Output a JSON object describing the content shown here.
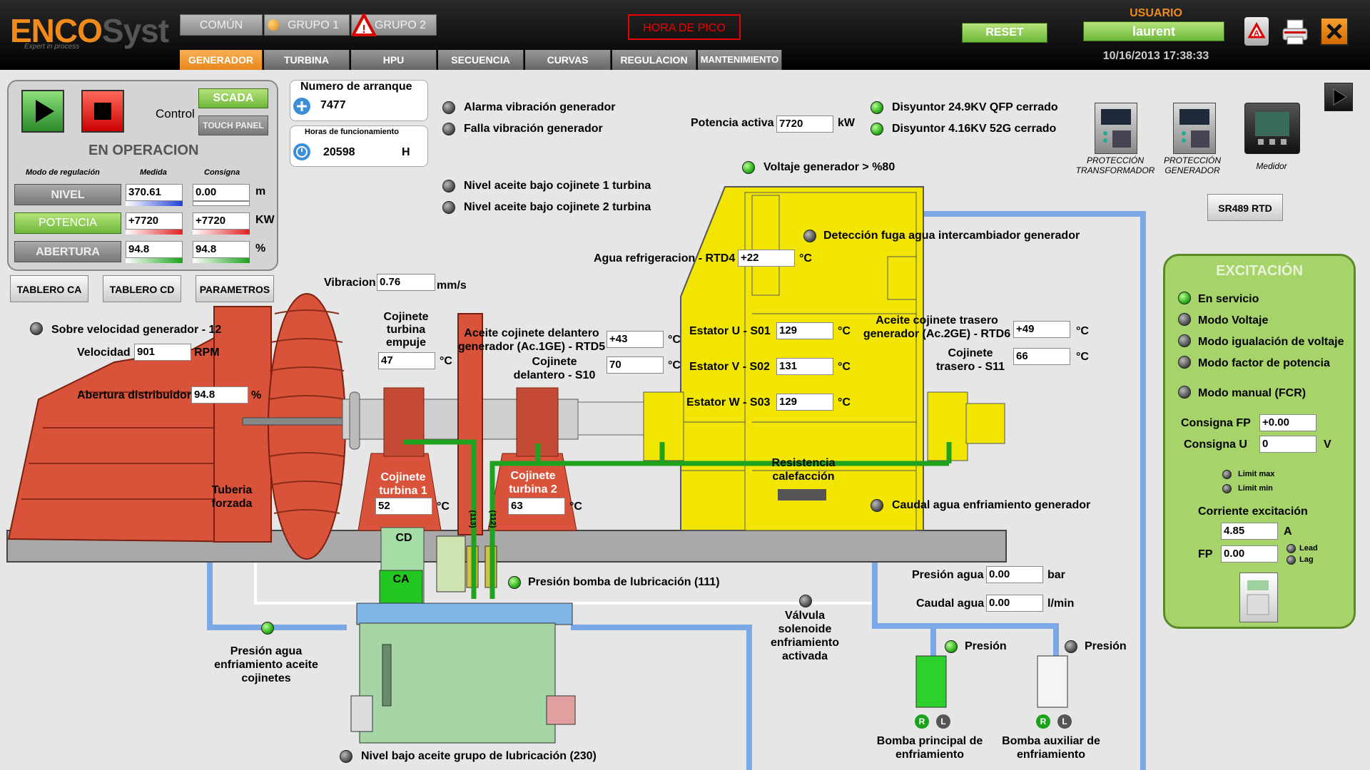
{
  "header": {
    "logo_main": "ENCO",
    "logo_accent": "Syst",
    "logo_tagline": "Expert in process",
    "groups": [
      "COMÚN",
      "GRUPO 1",
      "GRUPO 2"
    ],
    "peak_hour": "HORA DE PICO",
    "reset": "RESET",
    "user_label": "USUARIO",
    "user_name": "laurent",
    "datetime": "10/16/2013 17:38:33",
    "tabs": [
      "GENERADOR",
      "TURBINA",
      "HPU",
      "SECUENCIA",
      "CURVAS",
      "REGULACION",
      "MANTENIMIENTO"
    ],
    "active_tab": "GENERADOR"
  },
  "control": {
    "scada": "SCADA",
    "touch_panel": "TOUCH PANEL",
    "control_label": "Control",
    "status": "EN OPERACION",
    "col_mode": "Modo de regulación",
    "col_measure": "Medida",
    "col_setpoint": "Consigna",
    "rows": [
      {
        "name": "NIVEL",
        "measure": "370.61",
        "setpoint": "0.00",
        "unit": "m"
      },
      {
        "name": "POTENCIA",
        "measure": "+7720",
        "setpoint": "+7720",
        "unit": "KW"
      },
      {
        "name": "ABERTURA",
        "measure": "94.8",
        "setpoint": "94.8",
        "unit": "%"
      }
    ]
  },
  "panels": {
    "tablero_ca": "TABLERO CA",
    "tablero_cd": "TABLERO CD",
    "parametros": "PARAMETROS"
  },
  "counters": {
    "starts_label": "Numero de arranque",
    "starts_value": "7477",
    "hours_label": "Horas de funcionamiento",
    "hours_value": "20598",
    "hours_unit": "H"
  },
  "alarms": {
    "vib_alarm": "Alarma vibración generador",
    "vib_fault": "Falla vibración generador",
    "oil1": "Nivel aceite bajo cojinete 1 turbina",
    "oil2": "Nivel aceite bajo cojinete 2 turbina",
    "breaker1": "Disyuntor 24.9KV QFP cerrado",
    "breaker2": "Disyuntor 4.16KV 52G cerrado",
    "voltage": "Voltaje generador > %80",
    "leak": "Detección fuga agua intercambiador generador",
    "overspeed": "Sobre velocidad generador - 12",
    "lube_pump": "Presión bomba de lubricación (111)",
    "cool_flow": "Caudal agua enfriamiento generador",
    "lube_low": "Nivel bajo aceite grupo de lubricación (230)"
  },
  "measures": {
    "active_power_label": "Potencia activa",
    "active_power": "7720",
    "active_power_unit": "kW",
    "vibration_label": "Vibracion",
    "vibration": "0.76",
    "vibration_unit": "mm/s",
    "speed_label": "Velocidad",
    "speed": "901",
    "speed_unit": "RPM",
    "opening_label": "Abertura distribuidor",
    "opening": "94.8",
    "opening_unit": "%",
    "cooling_water_label": "Agua refrigeracion - RTD4",
    "cooling_water": "+22",
    "thrust_label": "Cojinete turbina empuje",
    "thrust": "47",
    "oil_front_label": "Aceite cojinete delantero generador (Ac.1GE) - RTD5",
    "oil_front": "+43",
    "front_bearing_label": "Cojinete delantero - S10",
    "front_bearing": "70",
    "stator_u_label": "Estator U - S01",
    "stator_u": "129",
    "stator_v_label": "Estator V - S02",
    "stator_v": "131",
    "stator_w_label": "Estator W - S03",
    "stator_w": "129",
    "oil_rear_label": "Aceite cojinete trasero generador (Ac.2GE) - RTD6",
    "oil_rear": "+49",
    "rear_bearing_label": "Cojinete trasero - S11",
    "rear_bearing": "66",
    "tb1_label": "Cojinete turbina 1",
    "tb1": "52",
    "tb2_label": "Cojinete turbina 2",
    "tb2": "63",
    "heater_label": "Resistencia calefacción",
    "water_pressure_label": "Presión agua",
    "water_pressure": "0.00",
    "water_pressure_unit": "bar",
    "water_flow_label": "Caudal agua",
    "water_flow": "0.00",
    "water_flow_unit": "l/min",
    "deg": "°C"
  },
  "hydraulics": {
    "penstock": "Tuberia forzada",
    "bearing_cool": "Presión agua enfriamiento aceite cojinetes",
    "valve": "Válvula solenoide enfriamiento activada",
    "cd": "CD",
    "ca": "CA",
    "pipe_113": "(113)",
    "pipe_112": "(112)",
    "main_pump": "Bomba principal de enfriamiento",
    "aux_pump": "Bomba auxiliar de enfriamiento",
    "pressure": "Presión",
    "r": "R",
    "l": "L"
  },
  "devices": {
    "prot_trafo": "PROTECCIÓN TRANSFORMADOR",
    "prot_gen": "PROTECCIÓN GENERADOR",
    "meter": "Medidor",
    "rtd": "SR489 RTD"
  },
  "excitation": {
    "title": "EXCITACIÓN",
    "modes": [
      "En servicio",
      "Modo Voltaje",
      "Modo igualación de voltaje",
      "Modo factor de potencia",
      "Modo manual (FCR)"
    ],
    "fp_label": "Consigna FP",
    "fp_value": "+0.00",
    "u_label": "Consigna U",
    "u_value": "0",
    "u_unit": "V",
    "limit_max": "Limit max",
    "limit_min": "Limit min",
    "current_label": "Corriente excitación",
    "current_value": "4.85",
    "current_unit": "A",
    "pf_label": "FP",
    "pf_value": "0.00",
    "lead": "Lead",
    "lag": "Lag"
  },
  "colors": {
    "accent_orange": "#e8861e",
    "generator_yellow": "#f2e600",
    "turbine_red": "#d9533a",
    "excitation_green": "#a6d36a",
    "pipe_blue": "#7ca8e6",
    "pipe_green": "#1fa31f"
  }
}
